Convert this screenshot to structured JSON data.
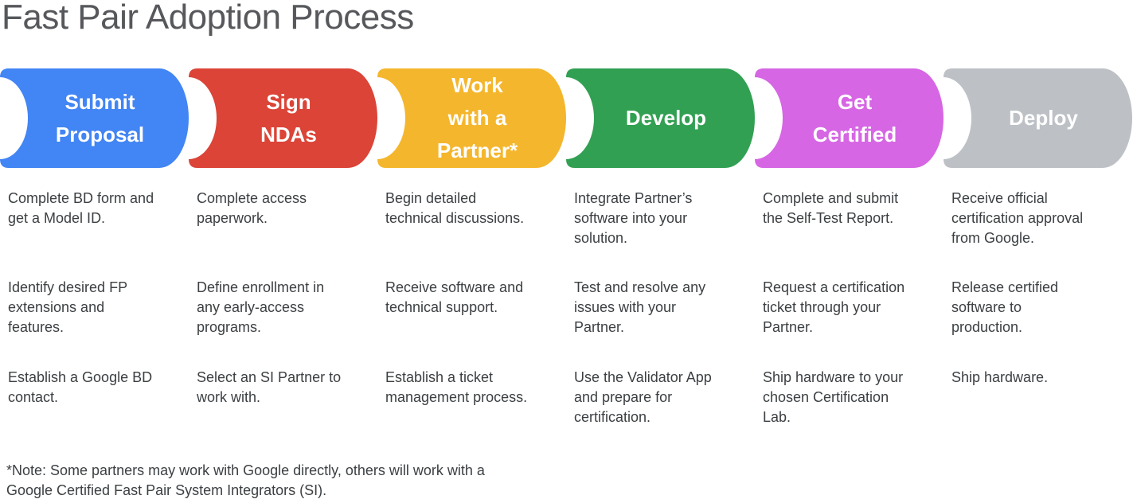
{
  "title": "Fast Pair Adoption Process",
  "stages": [
    {
      "label": "Submit\nProposal",
      "color": "#4285F4",
      "items": [
        "Complete BD form and\nget a Model ID.",
        "Identify desired FP\nextensions and\nfeatures.",
        "Establish a Google BD\ncontact."
      ]
    },
    {
      "label": "Sign\nNDAs",
      "color": "#DB4437",
      "items": [
        "Complete access\npaperwork.",
        "Define enrollment in\nany early-access\nprograms.",
        "Select an SI Partner to\nwork with."
      ]
    },
    {
      "label": "Work\nwith a\nPartner*",
      "color": "#F4B62C",
      "items": [
        "Begin detailed\ntechnical discussions.",
        "Receive software and\ntechnical support.",
        "Establish a ticket\nmanagement process."
      ]
    },
    {
      "label": "Develop",
      "color": "#31A052",
      "items": [
        "Integrate Partner’s\nsoftware into your\nsolution.",
        "Test and resolve any\nissues with your\nPartner.",
        "Use the Validator App\nand prepare for\ncertification."
      ]
    },
    {
      "label": "Get\nCertified",
      "color": "#D666E4",
      "items": [
        "Complete and submit\nthe Self-Test Report.",
        "Request a certification\nticket through your\nPartner.",
        "Ship hardware to your\nchosen Certification\nLab."
      ]
    },
    {
      "label": "Deploy",
      "color": "#BDC1C6",
      "items": [
        "Receive official\ncertification approval\nfrom Google.",
        "Release certified\nsoftware to\nproduction.",
        "Ship hardware."
      ]
    }
  ],
  "note": "*Note: Some partners may work with Google directly, others will work with a\nGoogle Certified Fast Pair System Integrators (SI)."
}
